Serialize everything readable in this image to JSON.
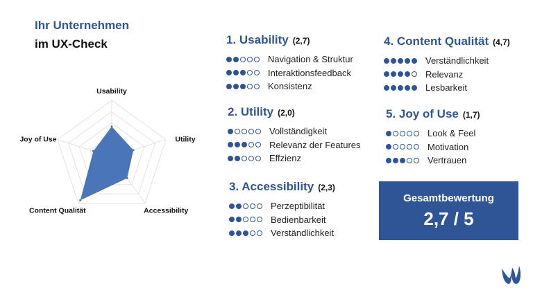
{
  "header": {
    "line1": "Ihr Unternehmen",
    "line2": "im UX-Check"
  },
  "chart_data": {
    "type": "radar",
    "axes": [
      "Usability",
      "Utility",
      "Accessibility",
      "Content Qualität",
      "Joy of Use"
    ],
    "values": [
      2.7,
      2.0,
      2.3,
      4.7,
      1.7
    ],
    "range": [
      0,
      5
    ],
    "grid_levels": 5,
    "color": "#4a76b8"
  },
  "sections": [
    {
      "name": "1. Usability",
      "score": "(2,7)",
      "items": [
        {
          "label": "Navigation & Struktur",
          "rating": 2
        },
        {
          "label": "Interaktionsfeedback",
          "rating": 3
        },
        {
          "label": "Konsistenz",
          "rating": 3
        }
      ]
    },
    {
      "name": "2. Utility",
      "score": "(2,0)",
      "items": [
        {
          "label": "Vollständigkeit",
          "rating": 1
        },
        {
          "label": "Relevanz der Features",
          "rating": 3
        },
        {
          "label": "Effzienz",
          "rating": 2
        }
      ]
    },
    {
      "name": "3. Accessibility",
      "score": "(2,3)",
      "items": [
        {
          "label": "Perzeptibilität",
          "rating": 2
        },
        {
          "label": "Bedienbarkeit",
          "rating": 2
        },
        {
          "label": "Verständlichkeit",
          "rating": 3
        }
      ]
    },
    {
      "name": "4. Content Qualität",
      "score": "(4,7)",
      "items": [
        {
          "label": "Verständlichkeit",
          "rating": 5
        },
        {
          "label": "Relevanz",
          "rating": 4
        },
        {
          "label": "Lesbarkeit",
          "rating": 5
        }
      ]
    },
    {
      "name": "5. Joy of Use",
      "score": "(1,7)",
      "items": [
        {
          "label": "Look & Feel",
          "rating": 1
        },
        {
          "label": "Motivation",
          "rating": 1
        },
        {
          "label": "Vertrauen",
          "rating": 3
        }
      ]
    }
  ],
  "rating_max": 5,
  "total": {
    "label": "Gesamtbewertung",
    "value": "2,7 / 5"
  },
  "colors": {
    "accent": "#2f5597",
    "fill": "#4a76b8",
    "grid": "#dcdcdc"
  }
}
